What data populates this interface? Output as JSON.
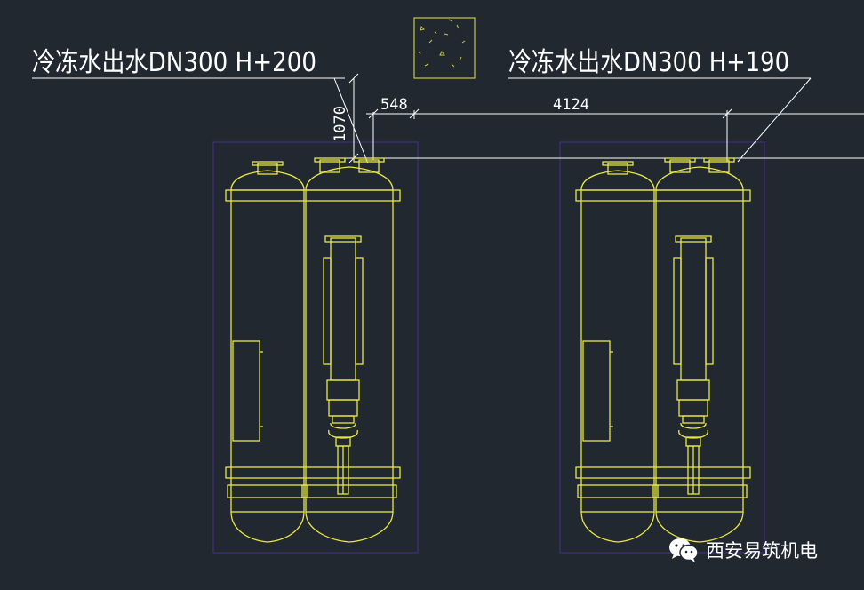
{
  "labels": {
    "left_pipe": "冷冻水出水DN300 H+200",
    "right_pipe": "冷冻水出水DN300 H+190"
  },
  "dimensions": {
    "vertical": "1070",
    "short": "548",
    "long": "4124"
  },
  "watermark": {
    "text": "西安易筑机电",
    "icon": "wechat-icon"
  },
  "colors": {
    "background": "#212830",
    "equipment": "#e8e845",
    "annotation": "#ffffff",
    "boundary": "#3a2d6e",
    "column": "#c8c840"
  }
}
